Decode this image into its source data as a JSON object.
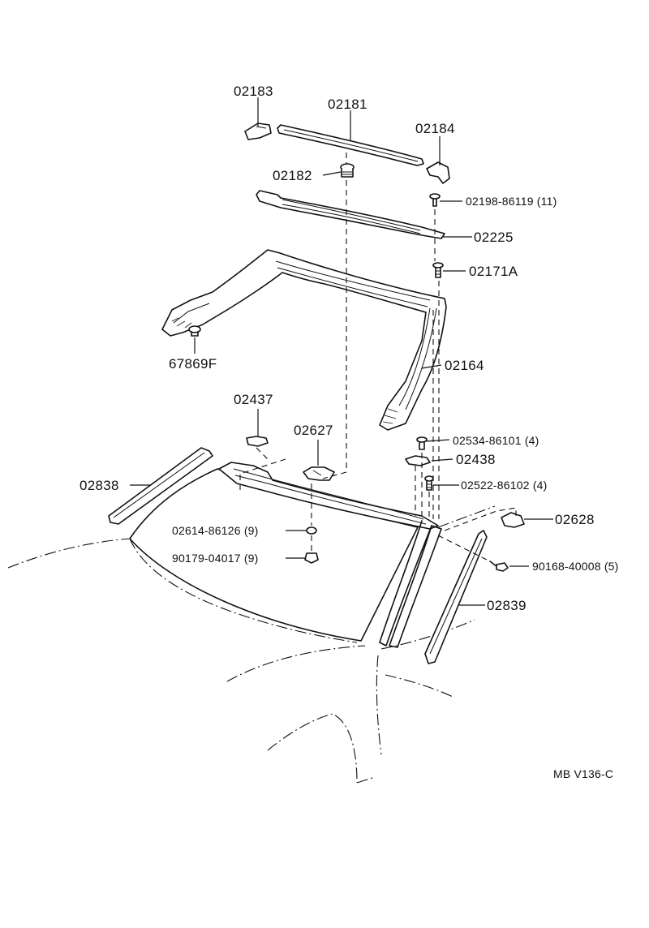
{
  "diagram": {
    "footer_code": "MB  V136-C",
    "parts": [
      {
        "id": "p02183",
        "label": "02183"
      },
      {
        "id": "p02181",
        "label": "02181"
      },
      {
        "id": "p02184",
        "label": "02184"
      },
      {
        "id": "p02182",
        "label": "02182"
      },
      {
        "id": "p02198",
        "label": "02198-86119 (11)"
      },
      {
        "id": "p02225",
        "label": "02225"
      },
      {
        "id": "p02171a",
        "label": "02171A"
      },
      {
        "id": "p67869f",
        "label": "67869F"
      },
      {
        "id": "p02164",
        "label": "02164"
      },
      {
        "id": "p02437",
        "label": "02437"
      },
      {
        "id": "p02627",
        "label": "02627"
      },
      {
        "id": "p02534",
        "label": "02534-86101 (4)"
      },
      {
        "id": "p02438",
        "label": "02438"
      },
      {
        "id": "p02838",
        "label": "02838"
      },
      {
        "id": "p02522",
        "label": "02522-86102 (4)"
      },
      {
        "id": "p02628",
        "label": "02628"
      },
      {
        "id": "p02614",
        "label": "02614-86126 (9)"
      },
      {
        "id": "p90179",
        "label": "90179-04017 (9)"
      },
      {
        "id": "p90168",
        "label": "90168-40008 (5)"
      },
      {
        "id": "p02839",
        "label": "02839"
      }
    ]
  }
}
